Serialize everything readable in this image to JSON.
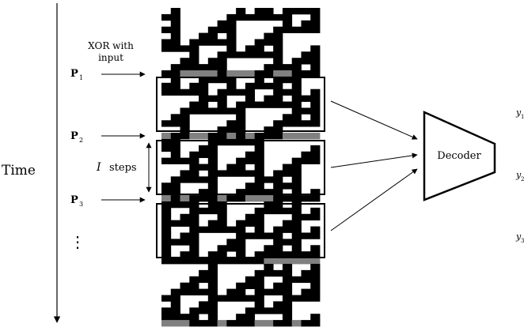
{
  "axis": {
    "time_label": "Time",
    "dots": "⋮"
  },
  "note": {
    "xor_line1": "XOR with",
    "xor_line2": "input"
  },
  "inputs": [
    {
      "main": "P",
      "sub": "1"
    },
    {
      "main": "P",
      "sub": "2"
    },
    {
      "main": "P",
      "sub": "3"
    }
  ],
  "steps": {
    "var": "I",
    "text": "steps"
  },
  "decoder": {
    "label": "Decoder"
  },
  "outputs": [
    {
      "main": "y",
      "sub": "1"
    },
    {
      "main": "y",
      "sub": "2"
    },
    {
      "main": "y",
      "sub": "3"
    }
  ],
  "automaton": {
    "rule": 110,
    "cells": 17,
    "rows": 51,
    "input_rows": [
      10,
      20,
      30,
      40,
      50
    ],
    "colors": {
      "on": "#000000",
      "off": "#ffffff",
      "input": "#808080"
    }
  }
}
